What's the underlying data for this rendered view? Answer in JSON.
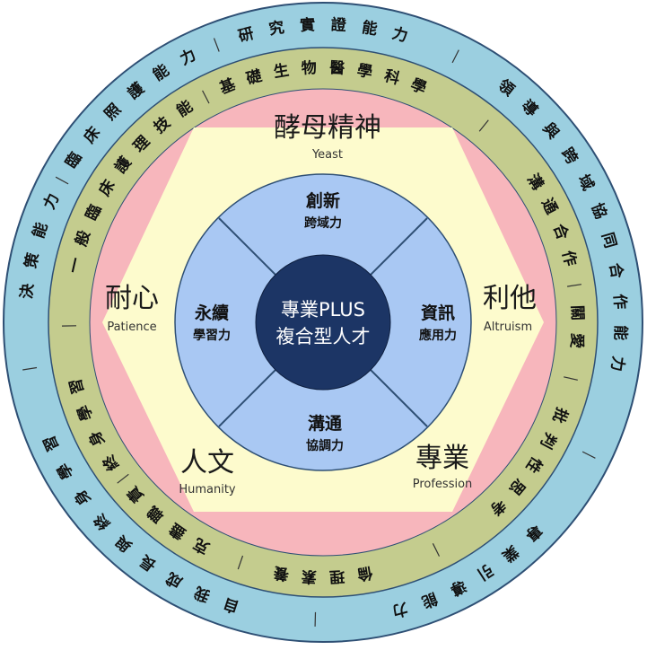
{
  "colors": {
    "outer_ring": "#9bcfe0",
    "second_ring": "#c4cc8e",
    "pink_area": "#f7b6bc",
    "hexagon": "#fdfbcd",
    "quadrant_circle": "#a9c8f3",
    "center_circle": "#1c3565",
    "outline": "#2e4f74"
  },
  "outer_ring_groups": [
    {
      "text": "研究實證能力",
      "center_deg": 0
    },
    {
      "text": "領導與跨域協同合作能力",
      "center_deg": 68
    },
    {
      "text": "專業引導能力",
      "center_deg": 150
    },
    {
      "text": "自我成長與終身學習",
      "center_deg": 222
    },
    {
      "text": "決策能力",
      "center_deg": 285
    },
    {
      "text": "臨床照護能力",
      "center_deg": 318
    }
  ],
  "second_ring_groups": [
    {
      "text": "基礎生物醫學科學",
      "center_deg": 0
    },
    {
      "text": "溝通合作",
      "center_deg": 66
    },
    {
      "text": "關愛",
      "center_deg": 91
    },
    {
      "text": "批判性思考",
      "center_deg": 124
    },
    {
      "text": "倫理素養",
      "center_deg": 180
    },
    {
      "text": "克盡職責",
      "center_deg": 218
    },
    {
      "text": "終身學習",
      "center_deg": 246
    },
    {
      "text": "一般臨床護理技能",
      "center_deg": 305
    }
  ],
  "hexagon_labels": {
    "top": {
      "main": "酵母精神",
      "sub": "Yeast"
    },
    "left": {
      "main": "耐心",
      "sub": "Patience"
    },
    "right": {
      "main": "利他",
      "sub": "Altruism"
    },
    "bottom_left": {
      "main": "人文",
      "sub": "Humanity"
    },
    "bottom_right": {
      "main": "專業",
      "sub": "Profession"
    }
  },
  "quadrants": {
    "top": {
      "main": "創新",
      "sub": "跨域力"
    },
    "right": {
      "main": "資訊",
      "sub": "應用力"
    },
    "bottom": {
      "main": "溝通",
      "sub": "協調力"
    },
    "left": {
      "main": "永續",
      "sub": "學習力"
    }
  },
  "center": {
    "line1": "專業PLUS",
    "line2": "複合型人才"
  }
}
